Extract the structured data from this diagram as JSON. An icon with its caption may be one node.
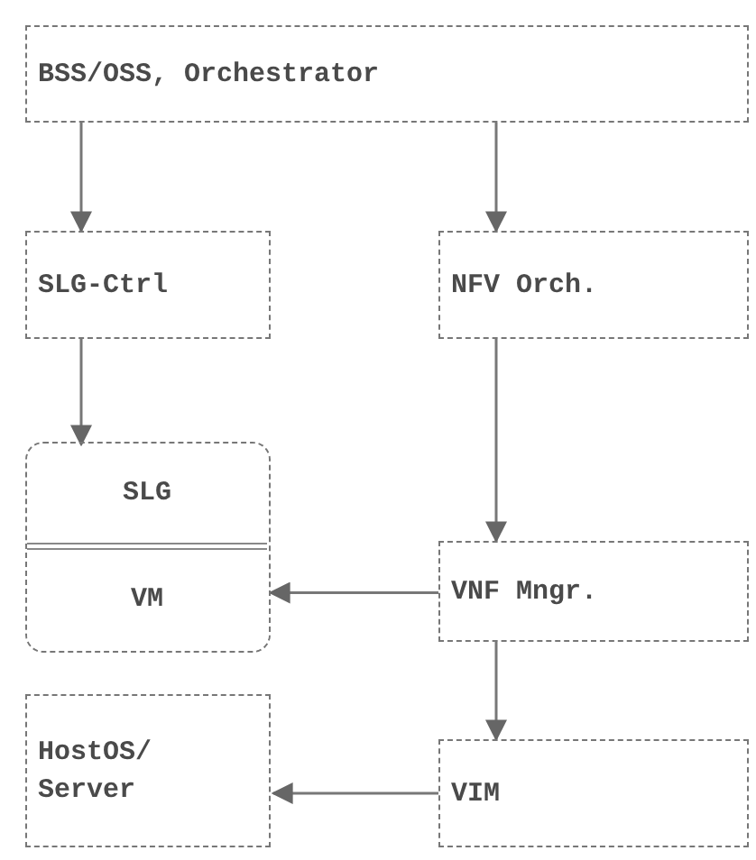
{
  "diagram": {
    "nodes": [
      {
        "text": [
          "BSS/OSS, Orchestrator"
        ]
      },
      {
        "text": [
          "SLG-Ctrl"
        ]
      },
      {
        "text": [
          "NFV Orch."
        ]
      },
      {
        "text": [],
        "shape": "box"
      },
      {
        "text": [
          "SLG"
        ],
        "in": 3
      },
      {
        "text": [
          "VM"
        ],
        "in": 3
      },
      {
        "text": [
          "VNF Mngr."
        ]
      },
      {
        "text": [
          "HostOS/ Server"
        ]
      },
      {
        "text": [
          "VIM"
        ]
      }
    ],
    "edges": [
      {
        "from": 0,
        "to": 1,
        "arrow": "to"
      },
      {
        "from": 0,
        "to": 2,
        "arrow": "to"
      },
      {
        "from": 1,
        "to": 4,
        "arrow": "to"
      },
      {
        "from": 2,
        "to": 6,
        "arrow": "to"
      },
      {
        "from": 6,
        "to": 5,
        "arrow": "to"
      },
      {
        "from": 6,
        "to": 8,
        "arrow": "to"
      },
      {
        "from": 8,
        "to": 7,
        "arrow": "to"
      }
    ]
  }
}
